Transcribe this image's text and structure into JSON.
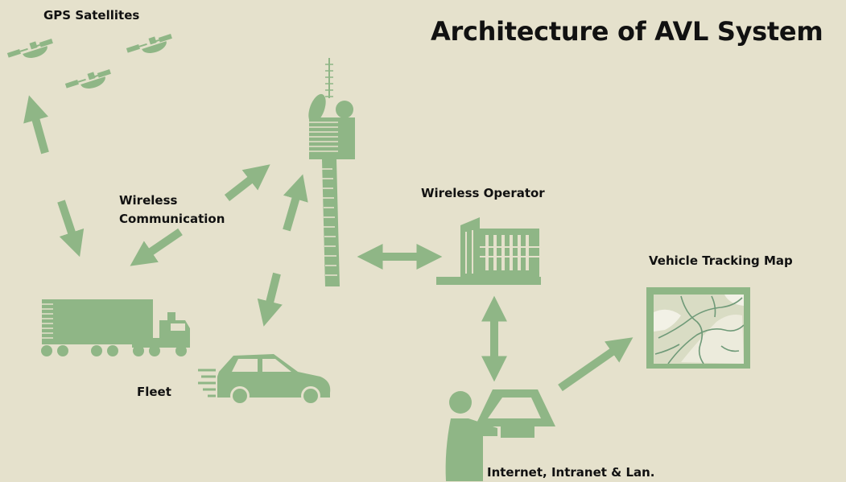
{
  "title": "Architecture of AVL System",
  "labels": {
    "gps": "GPS Satellites",
    "wireless_1": "Wireless",
    "wireless_2": "Communication",
    "operator": "Wireless Operator",
    "map": "Vehicle Tracking Map",
    "fleet": "Fleet",
    "internet": "Internet, Intranet & Lan."
  },
  "colors": {
    "background": "#e5e1cc",
    "accent": "#8fb686",
    "text": "#111111"
  }
}
